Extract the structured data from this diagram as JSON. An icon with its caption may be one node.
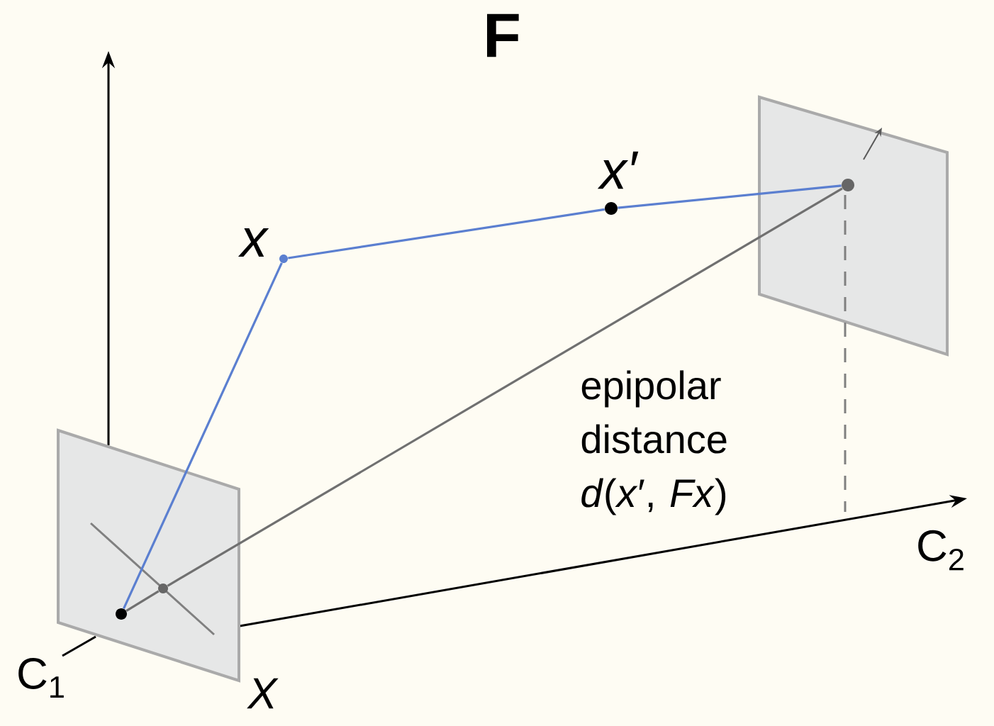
{
  "diagram": {
    "title": "F",
    "nodes": [
      {
        "text": [],
        "shape": "circle",
        "beside": [
          "x"
        ]
      },
      {
        "text": [],
        "shape": "circle",
        "beside": [
          "x′"
        ]
      },
      {
        "text": [],
        "shape": "circle"
      },
      {
        "text": [],
        "shape": "circle"
      },
      {
        "text": [],
        "shape": "circle"
      }
    ],
    "edges": [
      {
        "from": 3,
        "to": 0,
        "arrow": "none"
      },
      {
        "from": 0,
        "to": 1,
        "arrow": "none"
      },
      {
        "from": 1,
        "to": 2,
        "arrow": "none"
      },
      {
        "from": 3,
        "to": 4,
        "arrow": "none",
        "color": "#707070"
      },
      {
        "from": 4,
        "to": 2,
        "arrow": "none",
        "color": "#707070"
      }
    ],
    "labels": [
      "epipolar distance *d*(*x*′, *Fx*)",
      "C$_{2}$",
      "C$_{1}$",
      "X"
    ]
  }
}
